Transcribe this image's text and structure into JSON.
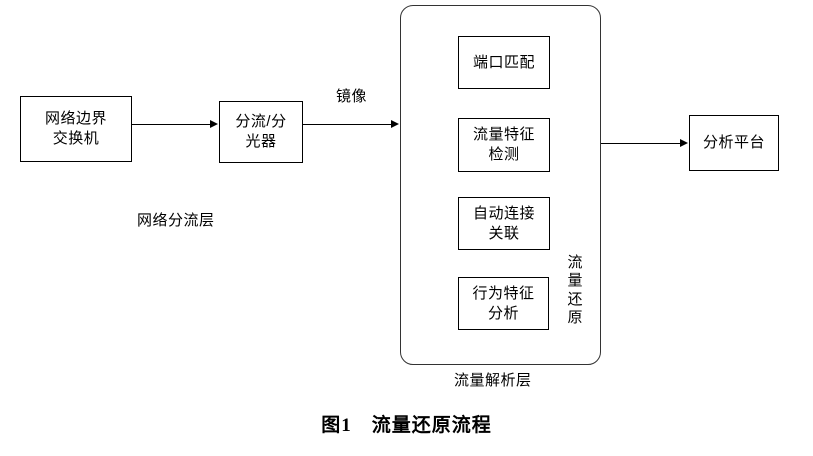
{
  "diagram": {
    "caption": "图1　流量还原流程",
    "nodes": {
      "edge_switch": "网络边界\n交换机",
      "splitter": "分流/分\n光器",
      "analysis_platform": "分析平台"
    },
    "inner_modules": [
      {
        "label": "端口匹配"
      },
      {
        "label": "流量特征\n检测"
      },
      {
        "label": "自动连接\n关联"
      },
      {
        "label": "行为特征\n分析"
      }
    ],
    "layer_labels": {
      "network_split_layer": "网络分流层",
      "traffic_parse_layer": "流量解析层",
      "traffic_restore_vertical": [
        "流",
        "量",
        "还",
        "原"
      ]
    },
    "edges": [
      {
        "name": "switch-to-splitter",
        "label": ""
      },
      {
        "name": "splitter-to-parser",
        "label": "镜像"
      },
      {
        "name": "parser-to-platform",
        "label": ""
      }
    ],
    "colors": {
      "stroke": "#000000",
      "container_stroke": "#333333",
      "background": "#ffffff"
    }
  }
}
